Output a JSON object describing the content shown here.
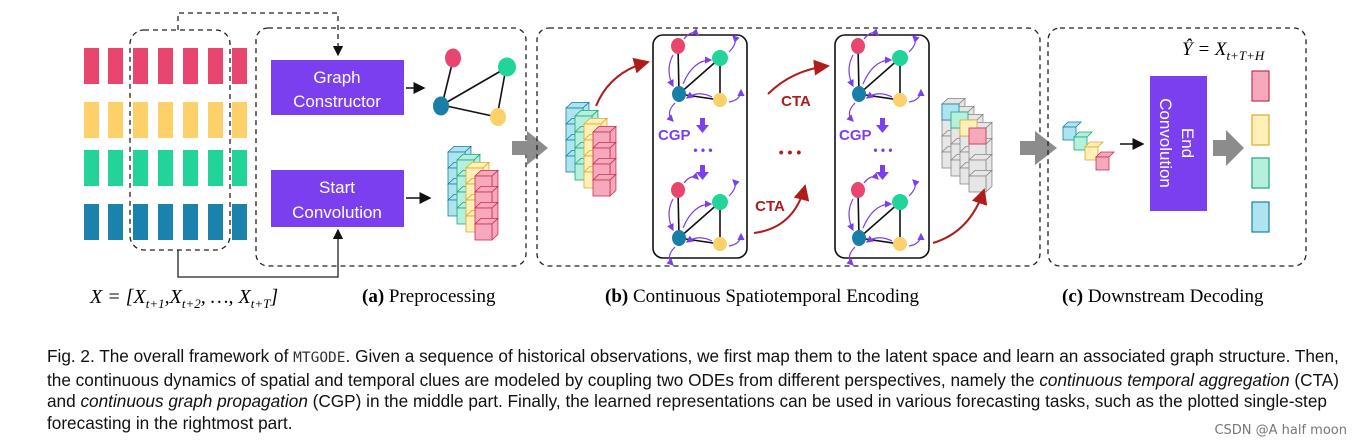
{
  "input_label": "X = [X",
  "input_subs": [
    "t+1",
    "t+2",
    "t+T"
  ],
  "input_text": {
    "x_eq": "X = [",
    "x": "X",
    "sep": ",",
    "dots": ", …, ",
    "close": "]"
  },
  "panels": {
    "a": {
      "letter": "(a)",
      "title": "Preprocessing"
    },
    "b": {
      "letter": "(b)",
      "title": "Continuous Spatiotemporal Encoding"
    },
    "c": {
      "letter": "(c)",
      "title": "Downstream Decoding"
    }
  },
  "boxes": {
    "graph_constructor": [
      "Graph",
      "Constructor"
    ],
    "start_convolution": [
      "Start",
      "Convolution"
    ],
    "end_convolution": [
      "End",
      "Convolution"
    ]
  },
  "labels": {
    "cta": "CTA",
    "cgp": "CGP",
    "ellipsis": "• • •"
  },
  "output_label": {
    "y": "Ŷ = X",
    "sub": "t+T+H"
  },
  "caption": {
    "fig": "Fig. 2. The overall framework of ",
    "model": "MTGODE",
    "t1": ". Given a sequence of historical observations, we first map them to the latent space and learn an associated graph structure. Then, the continuous dynamics of spatial and temporal clues are modeled by coupling two ODEs from different perspectives, namely the ",
    "cta_full": "continuous temporal aggregation",
    "t2": " (CTA) and ",
    "cgp_full": "continuous graph propagation",
    "t3": " (CGP) in the middle part. Finally, the learned representations can be used in various forecasting tasks, such as the plotted single-step forecasting in the rightmost part."
  },
  "watermark": "CSDN @A half moon",
  "colors": {
    "pink": "#e8456f",
    "yellow": "#fdd06a",
    "green": "#22d39a",
    "blue": "#1a82ad",
    "purple": "#7b3ff0",
    "dark_red": "#b01b1b",
    "gray_arrow": "#8c8c8c",
    "node_blue": "#1a7fa8"
  }
}
